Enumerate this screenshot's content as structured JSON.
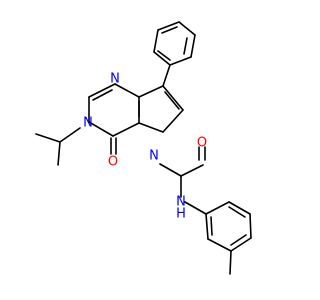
{
  "structure": {
    "colors": {
      "bond": "#000000",
      "nitrogen": "#0000ff",
      "oxygen": "#ff0000"
    },
    "atoms": {
      "n_pyrimidine_top": "N",
      "n_pyrimidine_isopropyl": "N",
      "n_pyrrole": "N",
      "o_ring_carbonyl": "O",
      "o_amide": "O",
      "nh_amide": "N",
      "h_amide": "H"
    }
  }
}
